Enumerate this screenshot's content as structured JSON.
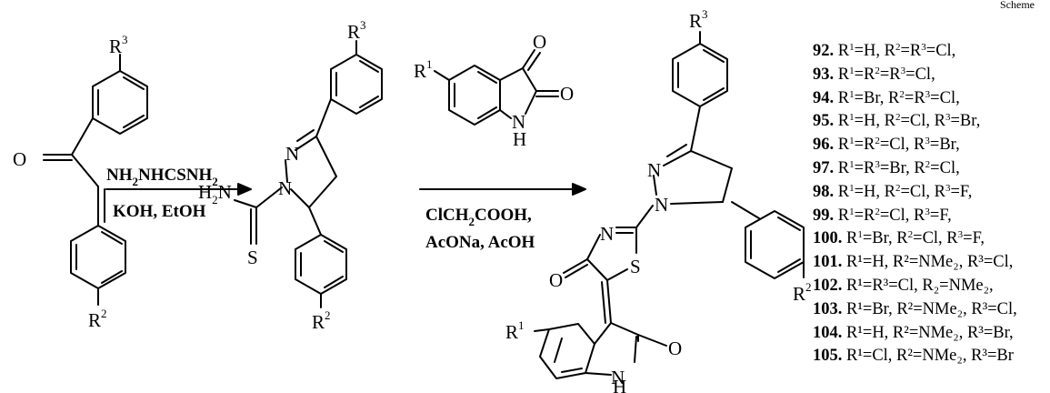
{
  "header": {
    "corner_text": "Scheme"
  },
  "atoms": {
    "O": "O",
    "N": "N",
    "NH": "N",
    "H": "H",
    "S": "S",
    "H2N": "H",
    "two": "2",
    "Nsuffix": "N",
    "R": "R",
    "one": "1",
    "two_sup": "2",
    "three": "3"
  },
  "step1": {
    "reagent_top_parts": [
      "NH",
      "2",
      "NHCSNH",
      "2"
    ],
    "reagent_bottom": "KOH, EtOH"
  },
  "step2": {
    "reagent_top_parts": [
      "ClCH",
      "2",
      "COOH,"
    ],
    "reagent_bottom": "AcONa, AcOH"
  },
  "compounds": [
    {
      "id": "92.",
      "parts": [
        [
          "R",
          "1",
          "=H, R",
          "2",
          "=R",
          "3",
          "=Cl,"
        ]
      ]
    },
    {
      "id": "93.",
      "parts": [
        [
          "R",
          "1",
          "=R",
          "2",
          "=R",
          "3",
          "=Cl,"
        ]
      ]
    },
    {
      "id": "94.",
      "parts": [
        [
          "R",
          "1",
          "=Br, R",
          "2",
          "=R",
          "3",
          "=Cl,"
        ]
      ]
    },
    {
      "id": "95.",
      "parts": [
        [
          "R",
          "1",
          "=H, R",
          "2",
          "=Cl, R",
          "3",
          "=Br,"
        ]
      ]
    },
    {
      "id": "96.",
      "parts": [
        [
          "R",
          "1",
          "=R",
          "2",
          "=Cl, R",
          "3",
          "=Br,"
        ]
      ]
    },
    {
      "id": "97.",
      "parts": [
        [
          "R",
          "1",
          "=R",
          "3",
          "=Br, R",
          "2",
          "=Cl,"
        ]
      ]
    },
    {
      "id": "98.",
      "parts": [
        [
          "R",
          "1",
          "=H, R",
          "2",
          "=Cl, R",
          "3",
          "=F,"
        ]
      ]
    },
    {
      "id": "99.",
      "parts": [
        [
          "R",
          "1",
          "=R",
          "2",
          "=Cl, R",
          "3",
          "=F,"
        ]
      ]
    },
    {
      "id": "100.",
      "parts": [
        [
          "R",
          "1",
          "=Br, R",
          "2",
          "=Cl, R",
          "3",
          "=F,"
        ]
      ]
    },
    {
      "id": "101.",
      "text": "R¹=H, R²=NMe₂, R³=Cl,"
    },
    {
      "id": "102.",
      "text": "R¹=R³=Cl, R₂=NMe₂,"
    },
    {
      "id": "103.",
      "text": "R¹=Br, R²=NMe₂, R³=Cl,"
    },
    {
      "id": "104.",
      "text": "R¹=H, R²=NMe₂, R³=Br,"
    },
    {
      "id": "105.",
      "text": "R¹=Cl, R²=NMe₂, R³=Br"
    }
  ]
}
